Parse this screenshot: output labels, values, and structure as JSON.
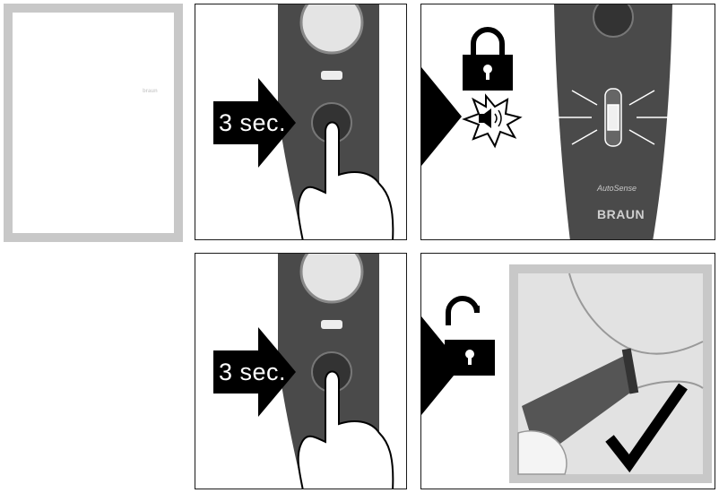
{
  "steps": [
    {
      "id": "travel-lock",
      "icon": "lock-closed-icon"
    },
    {
      "id": "lock-press",
      "duration_label": "3 sec.",
      "icon": "power-button-icon"
    },
    {
      "id": "lock-confirm",
      "icons": [
        "lock-closed-icon",
        "speaker-sound-icon",
        "flashing-light-icon"
      ],
      "model_label": "AutoSense",
      "brand": "BRAUN"
    },
    {
      "id": "unlock-press",
      "duration_label": "3 sec.",
      "icon": "power-button-icon"
    },
    {
      "id": "unlock-confirm",
      "icons": [
        "lock-open-icon",
        "checkmark-icon"
      ]
    }
  ],
  "device": {
    "small_brand": "braun"
  },
  "colors": {
    "device_body": "#4a4a4a",
    "frame_grey": "#c8c8c8",
    "ink": "#000000"
  }
}
